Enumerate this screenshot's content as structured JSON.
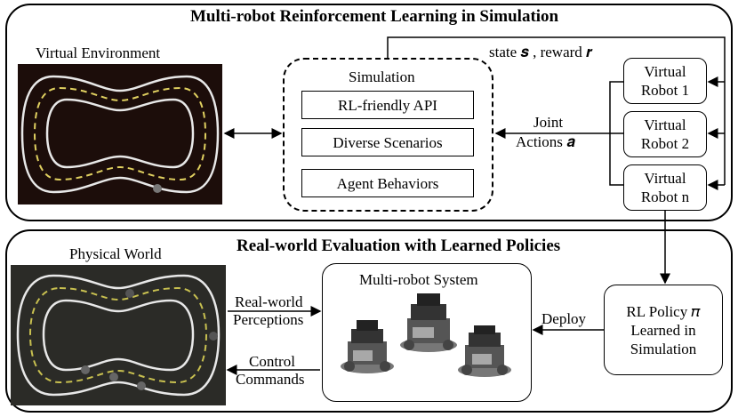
{
  "simulation_panel": {
    "title": "Multi-robot Reinforcement Learning in Simulation",
    "virtual_env_label": "Virtual Environment",
    "sim_box": {
      "title": "Simulation",
      "items": [
        "RL-friendly API",
        "Diverse Scenarios",
        "Agent Behaviors"
      ]
    },
    "state_reward_label": "state 𝒔 ,  reward 𝒓",
    "joint_actions_line1": "Joint",
    "joint_actions_line2": "Actions 𝒂",
    "robots": [
      {
        "line1": "Virtual",
        "line2": "Robot 1"
      },
      {
        "line1": "Virtual",
        "line2": "Robot 2"
      },
      {
        "line1": "Virtual",
        "line2": "Robot n"
      }
    ]
  },
  "real_panel": {
    "title": "Real-world Evaluation with Learned Policies",
    "physical_world_label": "Physical World",
    "perceptions_line1": "Real-world",
    "perceptions_line2": "Perceptions",
    "commands_line1": "Control",
    "commands_line2": "Commands",
    "mrs_title": "Multi-robot System",
    "deploy_label": "Deploy",
    "policy_line1": "RL Policy 𝜋",
    "policy_line2": "Learned in",
    "policy_line3": "Simulation"
  },
  "colors": {
    "virtual_track_bg": "#1c0d0a",
    "physical_track_bg": "#2b2b27",
    "track_line": "#e8e8e8",
    "dash_line": "#e0d060"
  }
}
